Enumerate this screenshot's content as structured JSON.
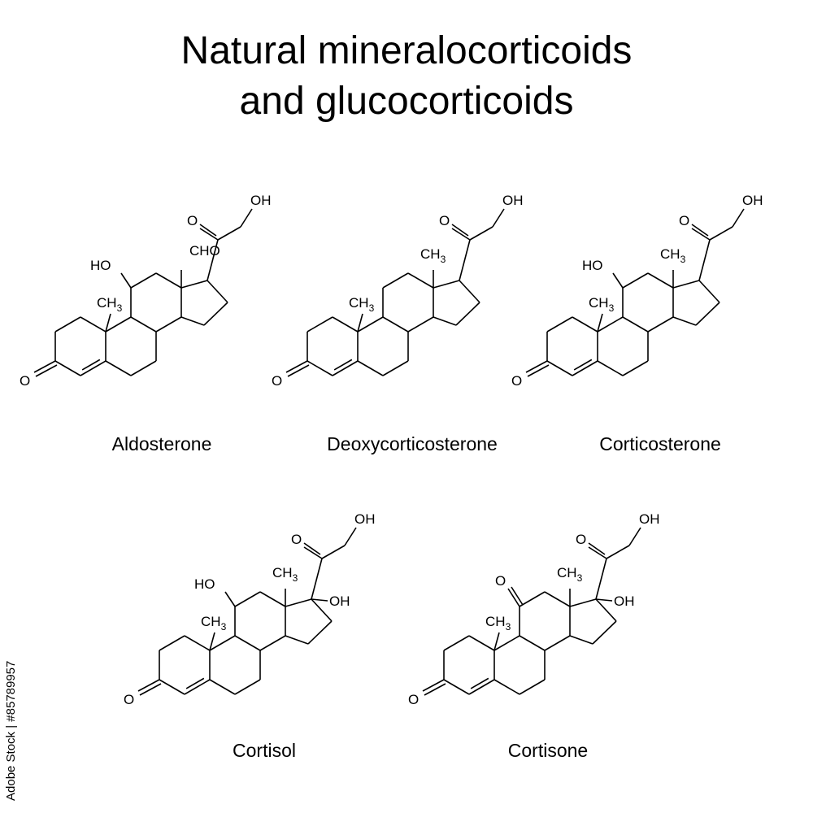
{
  "title": {
    "line1": "Natural mineralocorticoids",
    "line2": "and glucocorticoids"
  },
  "molecules": [
    {
      "name": "Aldosterone",
      "labels": {
        "oh": "OH",
        "o_side": "O",
        "cho": "CHO",
        "ho": "HO",
        "ch3": "CH",
        "o_ring": "O"
      }
    },
    {
      "name": "Deoxycorticosterone",
      "labels": {
        "oh": "OH",
        "o_side": "O",
        "ch3_top": "CH",
        "ch3": "CH",
        "o_ring": "O"
      }
    },
    {
      "name": "Corticosterone",
      "labels": {
        "oh": "OH",
        "o_side": "O",
        "ch3_top": "CH",
        "ho": "HO",
        "ch3": "CH",
        "o_ring": "O"
      }
    },
    {
      "name": "Cortisol",
      "labels": {
        "oh": "OH",
        "o_side": "O",
        "ch3_top": "CH",
        "oh17": "OH",
        "ho": "HO",
        "ch3": "CH",
        "o_ring": "O"
      }
    },
    {
      "name": "Cortisone",
      "labels": {
        "oh": "OH",
        "o_side": "O",
        "ch3_top": "CH",
        "oh17": "OH",
        "o11": "O",
        "ch3": "CH",
        "o_ring": "O"
      }
    }
  ],
  "subscript": "3",
  "stock_id": "Adobe Stock | #85789957"
}
